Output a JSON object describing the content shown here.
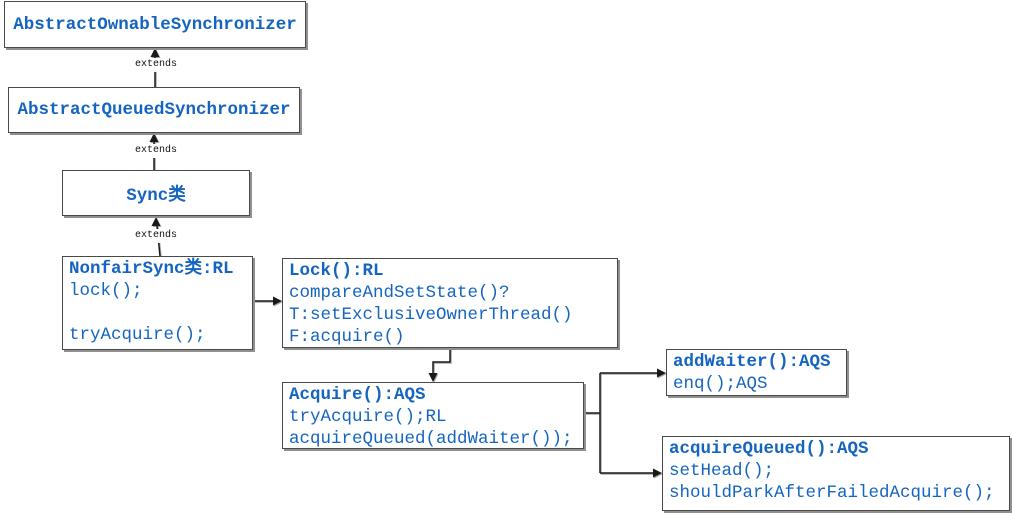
{
  "diagram": {
    "topic": "ReentrantLock / AbstractQueuedSynchronizer class flow"
  },
  "colors": {
    "text_blue": "#1565C0",
    "box_border": "#4a4a4a",
    "box_shadow": "#909090",
    "line_black": "#1a1a1a",
    "background": "#ffffff"
  },
  "labels": {
    "extends": "extends"
  },
  "boxes": {
    "abstract_ownable": {
      "title": "AbstractOwnableSynchronizer"
    },
    "abstract_queued": {
      "title": "AbstractQueuedSynchronizer"
    },
    "sync": {
      "title": "Sync类"
    },
    "nonfair_sync": {
      "title": "NonfairSync类:RL",
      "lines": [
        "lock();",
        "",
        "tryAcquire();"
      ]
    },
    "lock": {
      "title": "Lock():RL",
      "lines": [
        "compareAndSetState()?",
        "T:setExclusiveOwnerThread()",
        "F:acquire()"
      ]
    },
    "acquire": {
      "title": "Acquire():AQS",
      "lines": [
        "tryAcquire();RL",
        "acquireQueued(addWaiter());"
      ]
    },
    "add_waiter": {
      "title": "addWaiter():AQS",
      "lines": [
        "enq();AQS"
      ]
    },
    "acquire_queued": {
      "title": "acquireQueued():AQS",
      "lines": [
        "setHead();",
        "shouldParkAfterFailedAcquire();"
      ]
    }
  }
}
